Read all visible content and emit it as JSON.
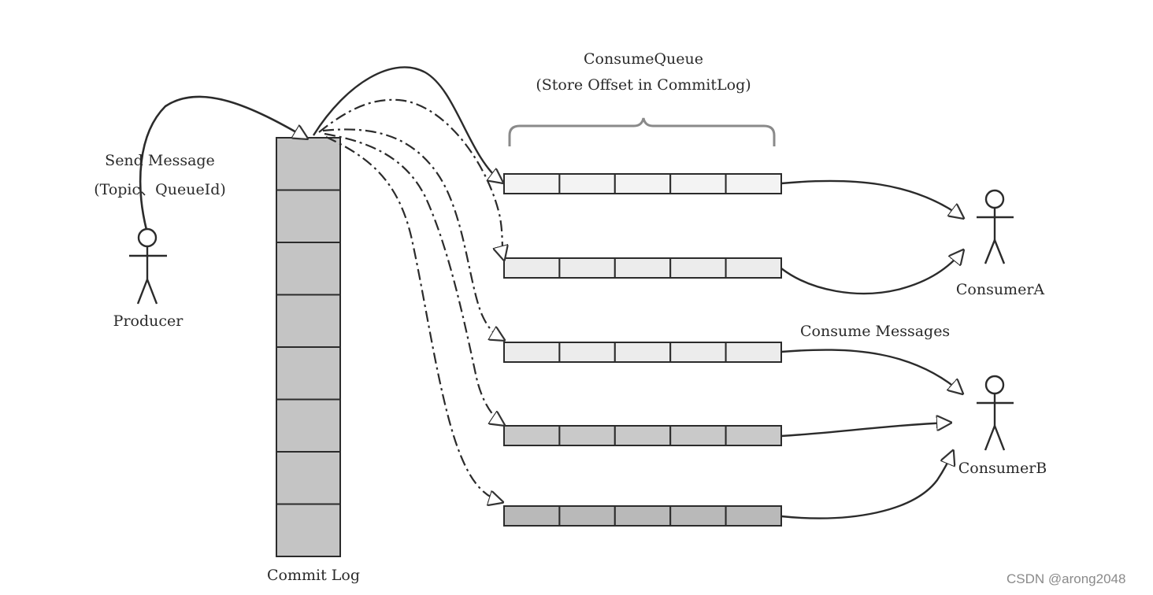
{
  "labels": {
    "consume_queue_title": "ConsumeQueue",
    "consume_queue_subtitle": "(Store Offset in CommitLog)",
    "send_message_line1": "Send Message",
    "send_message_line2": "(Topic、QueueId)",
    "producer": "Producer",
    "commit_log": "Commit Log",
    "consumer_a": "ConsumerA",
    "consumer_b": "ConsumerB",
    "consume_messages": "Consume Messages"
  },
  "watermark": "CSDN @arong2048",
  "commit_log": {
    "cells": 8,
    "fill": "#c4c4c4"
  },
  "consume_queues": [
    {
      "cells": 5,
      "fill": "#f3f3f3"
    },
    {
      "cells": 5,
      "fill": "#ececec"
    },
    {
      "cells": 5,
      "fill": "#ececec"
    },
    {
      "cells": 5,
      "fill": "#c9c9c9"
    },
    {
      "cells": 5,
      "fill": "#b9b9b9"
    }
  ],
  "colors": {
    "stroke": "#2b2b2b",
    "line": "#333333"
  }
}
